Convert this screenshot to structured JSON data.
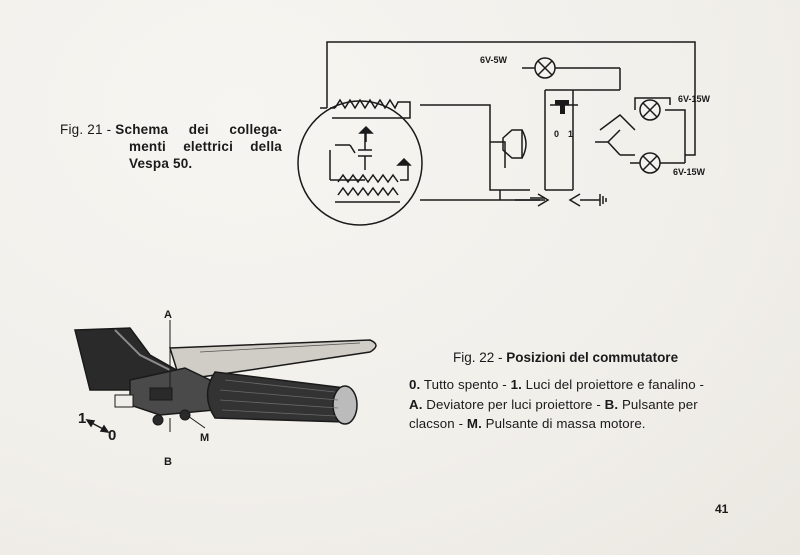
{
  "fig21": {
    "fig_label": "Fig. 21 -",
    "title_w1": "Schema",
    "title_w2": "dei",
    "title_w3": "collega-",
    "title_w4": "menti",
    "title_w5": "elettrici",
    "title_w6": "della",
    "title_w7": "Vespa 50."
  },
  "diagram": {
    "bulb_top": "6V-5W",
    "bulb_right_top": "6V-15W",
    "bulb_right_bottom": "6V-15W",
    "switch_0": "0",
    "switch_1": "1"
  },
  "fig22": {
    "fig_label": "Fig. 22 -",
    "title": "Posizioni del commutatore",
    "legend_line1_a": "0.",
    "legend_line1_b": " Tutto spento - ",
    "legend_line1_c": "1.",
    "legend_line1_d": " Luci del proiettore e fanalino -",
    "legend_line2_a": "A.",
    "legend_line2_b": " Deviatore per luci proiettore - ",
    "legend_line2_c": "B.",
    "legend_line2_d": " Pulsante per",
    "legend_line3_a": "clacson - ",
    "legend_line3_b": "M.",
    "legend_line3_c": " Pulsante di massa motore."
  },
  "handlebar": {
    "label_A": "A",
    "label_B": "B",
    "label_M": "M",
    "label_1": "1",
    "label_0": "0"
  },
  "page_number": "41"
}
